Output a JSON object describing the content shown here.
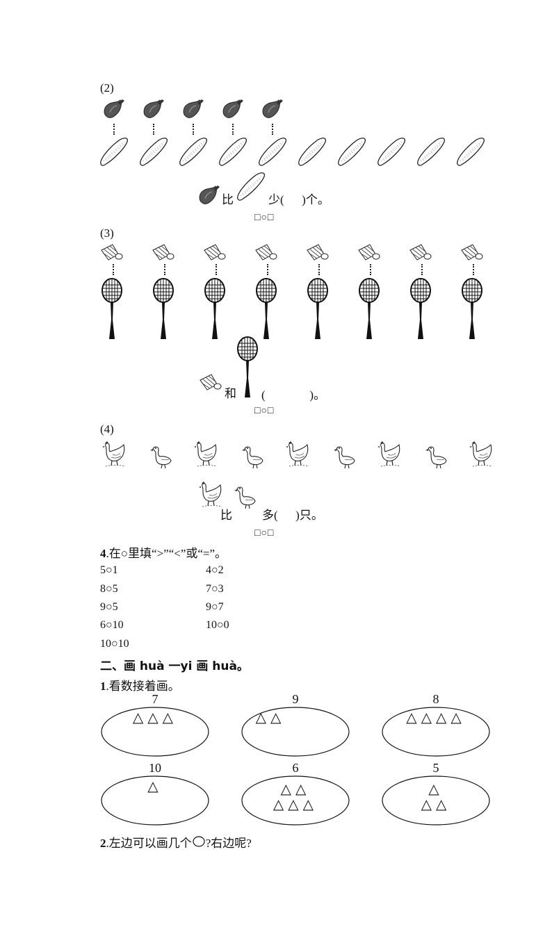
{
  "s2": {
    "label": "(2)",
    "answer_pre": "比",
    "answer_mid": "少(      )个。",
    "boxes": "□○□"
  },
  "s3": {
    "label": "(3)",
    "answer_pre": "和",
    "answer_mid": "(               )。",
    "boxes": "□○□"
  },
  "s4": {
    "label": "(4)",
    "answer_pre": "比",
    "answer_mid": "多(      )只。",
    "boxes": "□○□"
  },
  "q4": {
    "num": "4",
    "text": ".在○里填“>”“<”或“=”。",
    "items": [
      "5○1",
      "4○2",
      "8○5",
      "7○3",
      "9○5",
      "9○7",
      "6○10",
      "10○0",
      "10○10"
    ]
  },
  "part2": {
    "header": "二、画 huà 一yi 画 huà。"
  },
  "q1": {
    "num": "1",
    "text": ".看数接着画。",
    "ovals": [
      {
        "number": "7",
        "tri_row1": "△△△",
        "tri_row2": ""
      },
      {
        "number": "9",
        "tri_row1": "△△",
        "tri_row2": ""
      },
      {
        "number": "8",
        "tri_row1": "△△△△",
        "tri_row2": ""
      },
      {
        "number": "10",
        "tri_row1": "△",
        "tri_row2": ""
      },
      {
        "number": "6",
        "tri_row1": "△△",
        "tri_row2": "△△△"
      },
      {
        "number": "5",
        "tri_row1": "△",
        "tri_row2": "△△"
      }
    ]
  },
  "q2": {
    "num": "2",
    "text_a": ".左边可以画几个",
    "text_b": "?右边呢?"
  },
  "icons": {
    "eggplant": "eggplant-icon",
    "cucumber": "cucumber-icon",
    "shuttlecock": "shuttlecock-icon",
    "racket": "racket-icon",
    "hen": "hen-icon",
    "goose": "goose-icon",
    "circle": "circle-icon"
  }
}
